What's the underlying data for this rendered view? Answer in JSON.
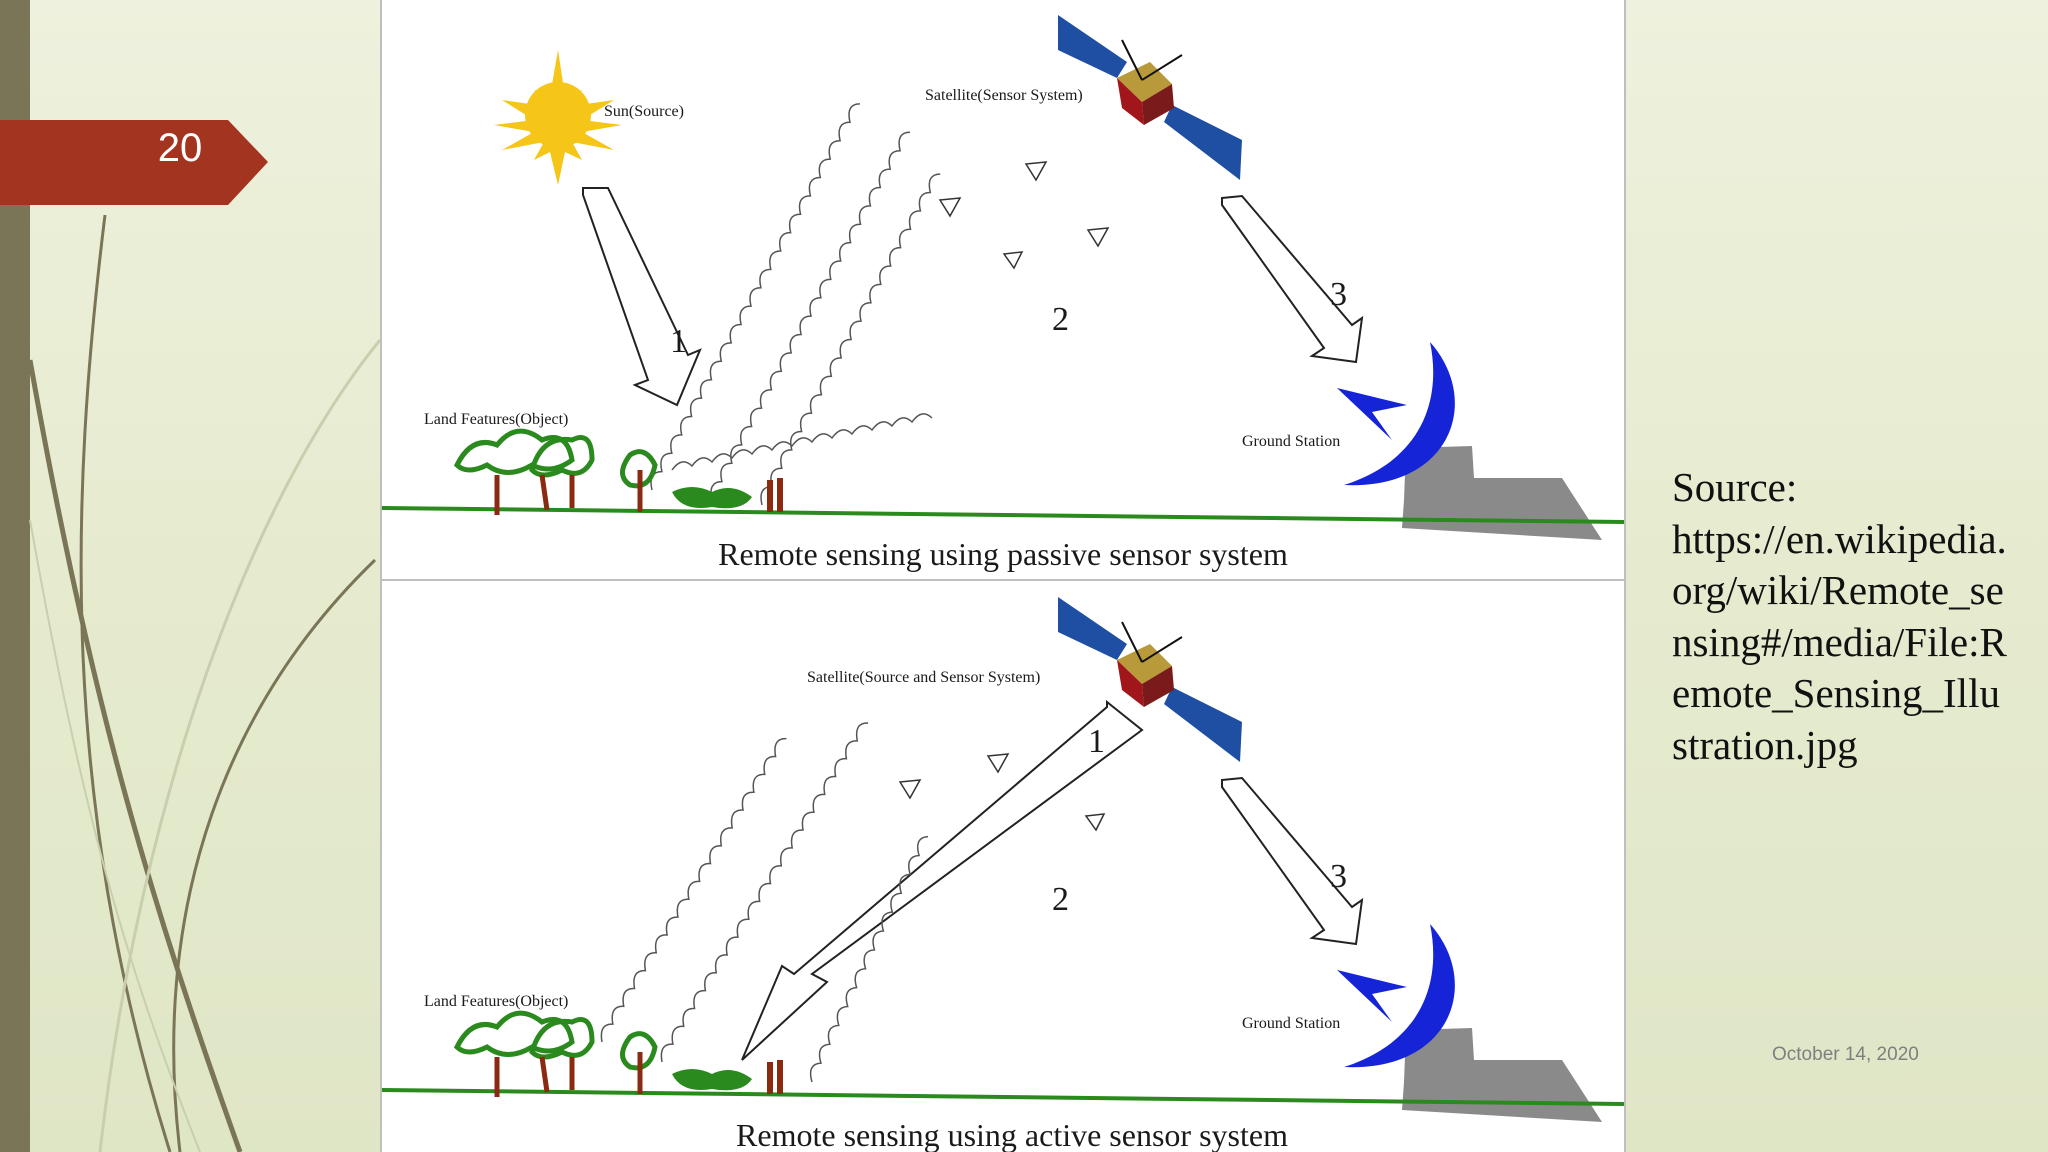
{
  "slide": {
    "number": "20",
    "date": "October 14, 2020"
  },
  "source": {
    "heading": "Source:",
    "url": "https://en.wikipedia.org/wiki/Remote_sensing#/media/File:Remote_Sensing_Illustration.jpg"
  },
  "diagram": {
    "passive": {
      "caption": "Remote sensing using passive sensor system",
      "sun_label": "Sun(Source)",
      "satellite_label": "Satellite(Sensor System)",
      "land_label": "Land Features(Object)",
      "station_label": "Ground Station",
      "step1": "1",
      "step2": "2",
      "step3": "3"
    },
    "active": {
      "caption": "Remote sensing using active sensor system",
      "satellite_label": "Satellite(Source and Sensor System)",
      "land_label": "Land Features(Object)",
      "station_label": "Ground Station",
      "step1": "1",
      "step2": "2",
      "step3": "3"
    }
  },
  "colors": {
    "accent_tag": "#a33420",
    "left_bar": "#7a7556",
    "sun": "#f5c518",
    "dish": "#1424d6"
  }
}
